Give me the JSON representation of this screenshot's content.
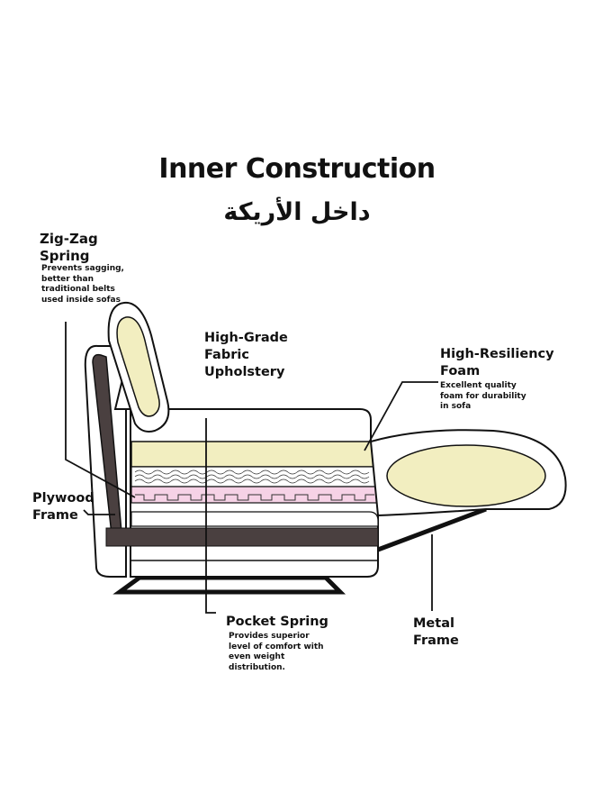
{
  "header": {
    "title": "Inner Construction",
    "subtitle": "داخل الأريكة"
  },
  "callouts": {
    "zigzag": {
      "title": "Zig-Zag\nSpring",
      "description": "Prevents sagging,\nbetter than\ntraditional belts\nused inside sofas"
    },
    "fabric": {
      "title": "High-Grade\nFabric\nUpholstery"
    },
    "foam": {
      "title": "High-Resiliency\nFoam",
      "description": "Excellent quality\nfoam for durability\nin sofa"
    },
    "plywood": {
      "title": "Plywood\nFrame"
    },
    "pocket": {
      "title": "Pocket Spring",
      "description": "Provides superior\nlevel of comfort with\neven weight\ndistribution."
    },
    "metal": {
      "title": "Metal\nFrame"
    }
  },
  "colors": {
    "foam": "#f2eec0",
    "pocket_spring": "#f6d2e6",
    "frame_dark": "#4a4040",
    "outline": "#111111"
  }
}
